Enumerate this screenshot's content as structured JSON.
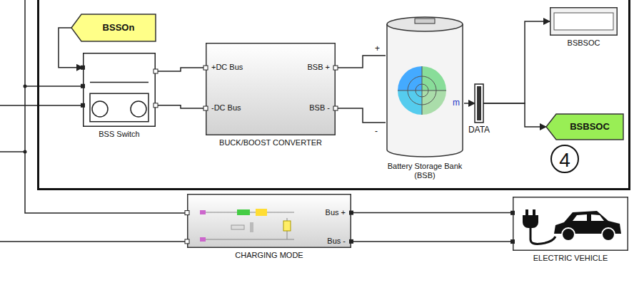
{
  "diagram": {
    "nodes": [
      {
        "text": [
          "4"
        ]
      },
      {
        "text": [
          "BSSOn"
        ],
        "in": 0
      },
      {
        "text": [
          "BSS Switch"
        ],
        "in": 0
      },
      {
        "text": [
          "+DC Bus",
          "BSB +",
          "-DC Bus",
          "BSB -",
          "BUCK/BOOST CONVERTER"
        ],
        "in": 0
      },
      {
        "text": [
          "m",
          "Battery Storage Bank (BSB)"
        ],
        "in": 0
      },
      {
        "text": [
          "DATA"
        ],
        "in": 0
      },
      {
        "text": [
          "BSBSOC"
        ],
        "in": 0
      },
      {
        "text": [
          "BSBSOC"
        ],
        "in": 0
      },
      {
        "text": [
          "Bus +",
          "Bus -",
          "CHARGING MODE"
        ]
      },
      {
        "text": [
          "ELECTRIC VEHICLE"
        ]
      }
    ],
    "edges": [
      {
        "from": 1,
        "to": 2,
        "arrow": "to"
      },
      {
        "from": 2,
        "to": 3,
        "arrow": "none"
      },
      {
        "from": 2,
        "to": 3,
        "arrow": "none"
      },
      {
        "from": 3,
        "to": 4,
        "arrow": "none"
      },
      {
        "from": 3,
        "to": 4,
        "arrow": "none"
      },
      {
        "from": 4,
        "to": 5,
        "arrow": "to"
      },
      {
        "from": 5,
        "to": 6,
        "arrow": "to"
      },
      {
        "from": 5,
        "to": 7,
        "arrow": "to"
      },
      {
        "from": 8,
        "to": 9,
        "arrow": "none"
      },
      {
        "from": 8,
        "to": 9,
        "arrow": "none"
      }
    ],
    "labels": [
      "+",
      "-"
    ]
  }
}
